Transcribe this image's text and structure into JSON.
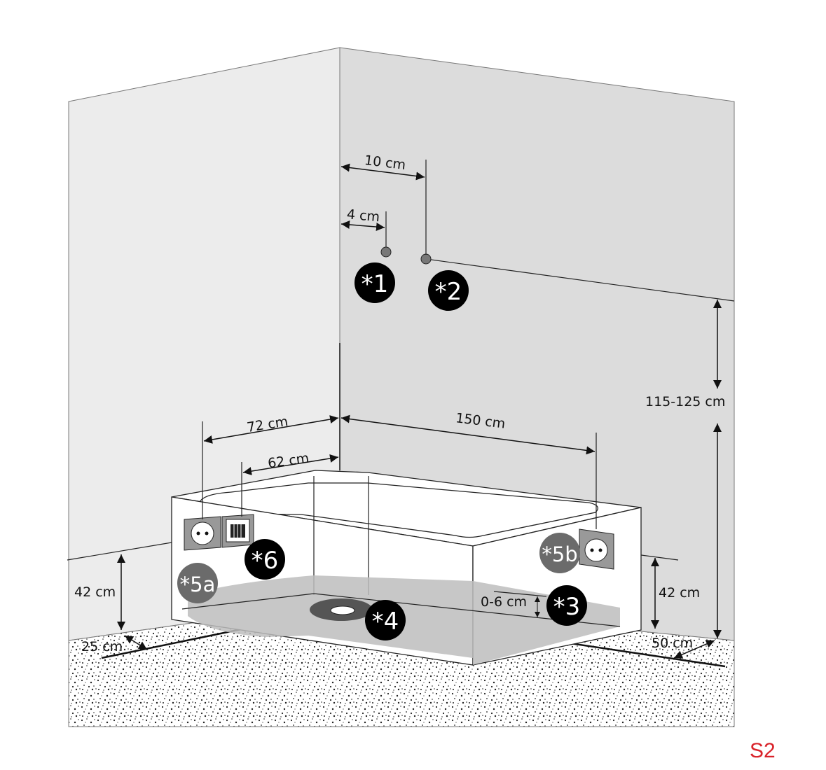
{
  "dimensions": {
    "d10": "10 cm",
    "d4": "4 cm",
    "d115": "115-125 cm",
    "d72": "72 cm",
    "d62": "62 cm",
    "d150": "150 cm",
    "d42left": "42 cm",
    "d42right": "42 cm",
    "d25": "25 cm",
    "d50": "50 cm",
    "d06": "0-6 cm"
  },
  "markers": {
    "m1": "*1",
    "m2": "*2",
    "m3": "*3",
    "m4": "*4",
    "m5a": "*5a",
    "m5b": "*5b",
    "m6": "*6"
  },
  "page_label": "S2",
  "colors": {
    "left_wall": "#ececec",
    "right_wall": "#dcdcdc",
    "badge_dark": "#000000",
    "badge_grey": "#6b6b6b",
    "page_label": "#d9232a"
  }
}
